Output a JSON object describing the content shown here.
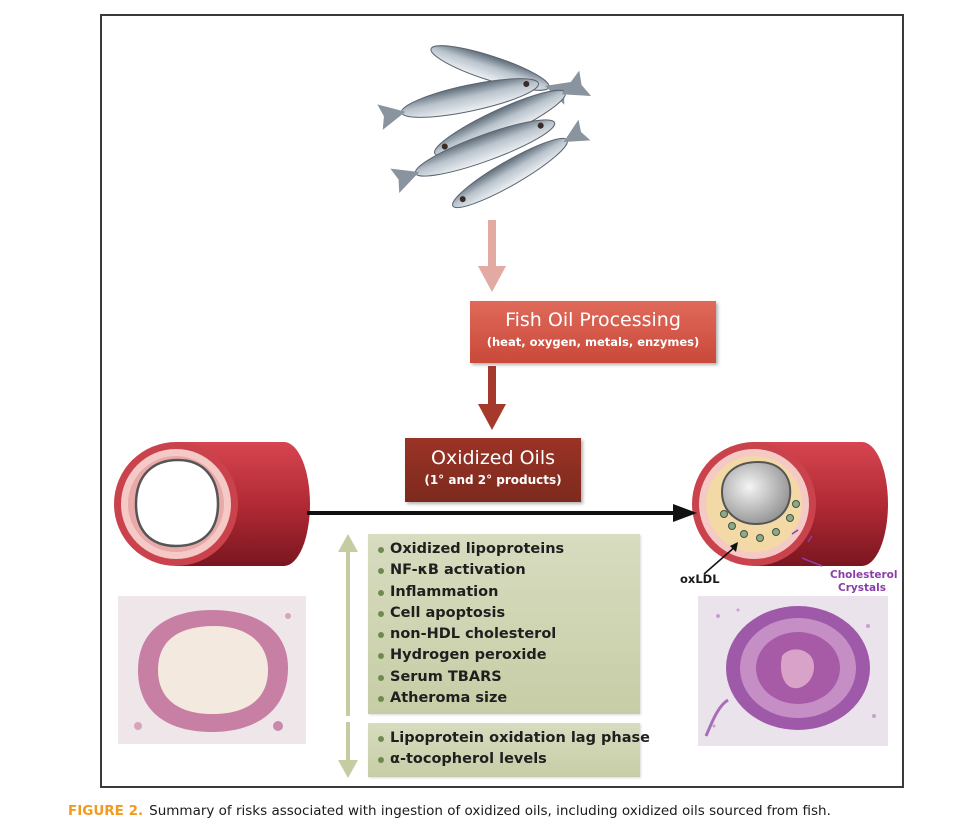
{
  "process_box": {
    "title": "Fish Oil Processing",
    "subtitle": "(heat, oxygen, metals, enzymes)"
  },
  "oxidized_box": {
    "title": "Oxidized Oils",
    "subtitle": "(1° and 2° products)"
  },
  "increased_effects": [
    "Oxidized lipoproteins",
    "NF-κB activation",
    "Inflammation",
    "Cell apoptosis",
    "non-HDL cholesterol",
    "Hydrogen peroxide",
    "Serum TBARS",
    "Atheroma size"
  ],
  "decreased_effects": [
    "Lipoprotein oxidation lag phase",
    "α-tocopherol levels"
  ],
  "artery_labels": {
    "oxldl": "oxLDL",
    "crystals": "Cholesterol Crystals"
  },
  "caption": {
    "label": "FIGURE 2.",
    "text": "Summary of risks associated with ingestion of oxidized oils, including oxidized oils sourced from fish."
  },
  "colors": {
    "process_box": "#d4574a",
    "oxidized_box": "#8b2f23",
    "list_box": "#cfd4b2",
    "caption_label": "#f29a1f",
    "crystal_label": "#8a3fa8"
  }
}
